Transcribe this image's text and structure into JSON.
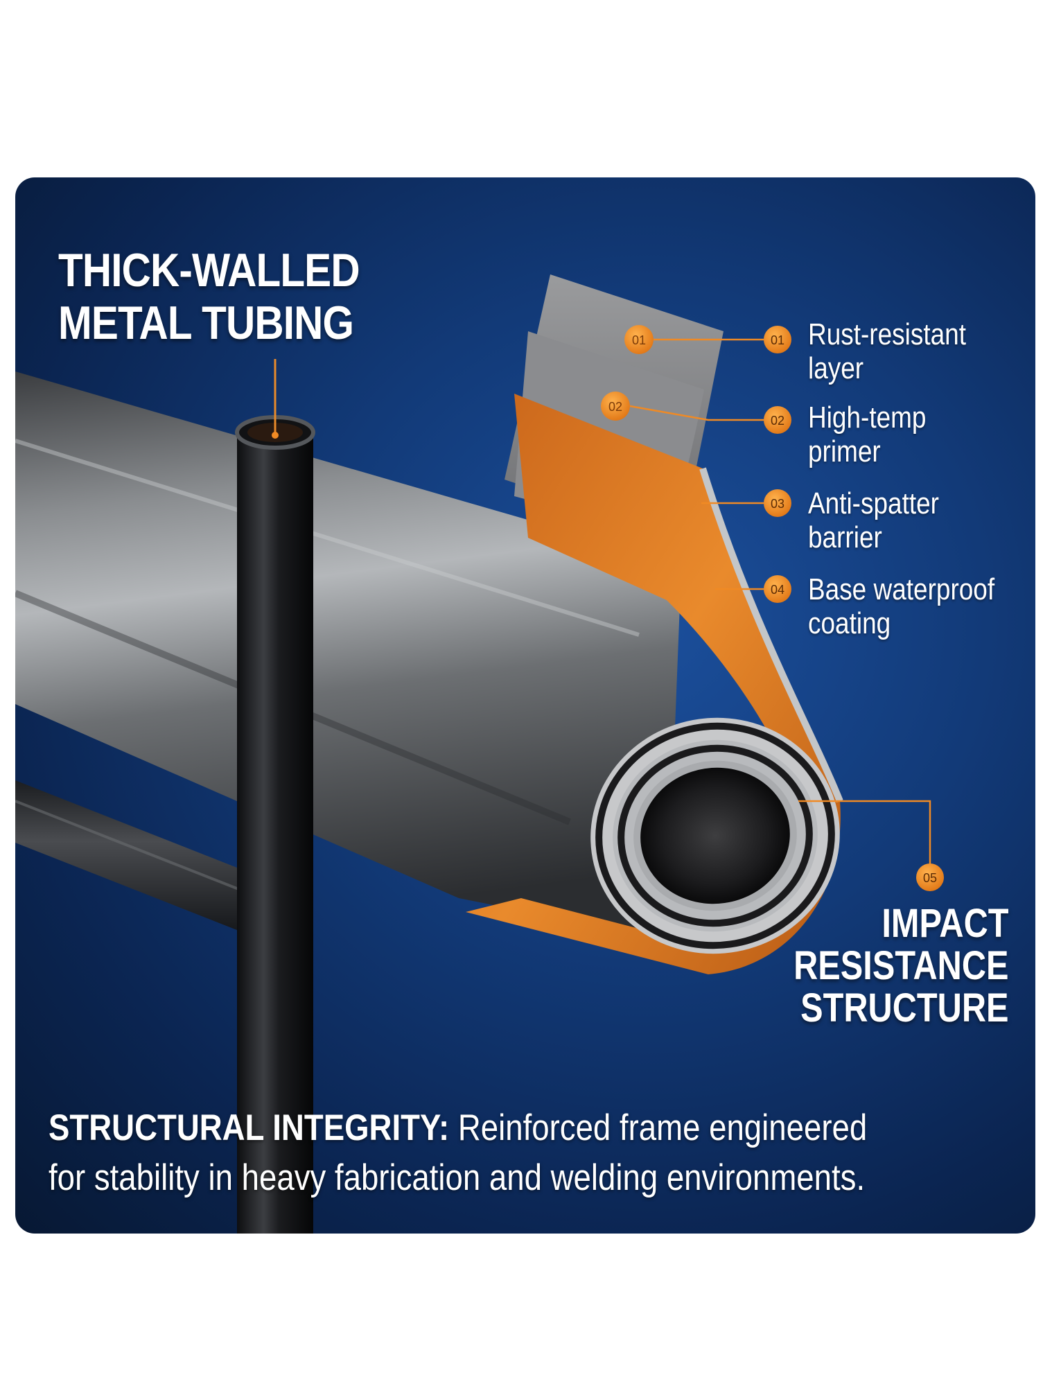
{
  "headline": {
    "line1": "THICK-WALLED",
    "line2": "METAL TUBING"
  },
  "tag_numbers": {
    "sheet1": "01",
    "sheet2": "02",
    "callout1": "01",
    "callout2": "02",
    "callout3": "03",
    "callout4": "04",
    "impact": "05"
  },
  "layers": [
    {
      "line1": "Rust-resistant",
      "line2": "layer"
    },
    {
      "line1": "High-temp",
      "line2": "primer"
    },
    {
      "line1": "Anti-spatter",
      "line2": "barrier"
    },
    {
      "line1": "Base waterproof",
      "line2": "coating"
    }
  ],
  "impact": {
    "line1": "IMPACT",
    "line2": "RESISTANCE",
    "line3": "STRUCTURE"
  },
  "caption": {
    "bold": "STRUCTURAL INTEGRITY:",
    "rest1": "Reinforced frame engineered",
    "line2": "for stability in heavy fabrication and welding environments."
  },
  "colors": {
    "accent": "#f08a24",
    "background": "#0f3470",
    "text": "#ffffff"
  }
}
